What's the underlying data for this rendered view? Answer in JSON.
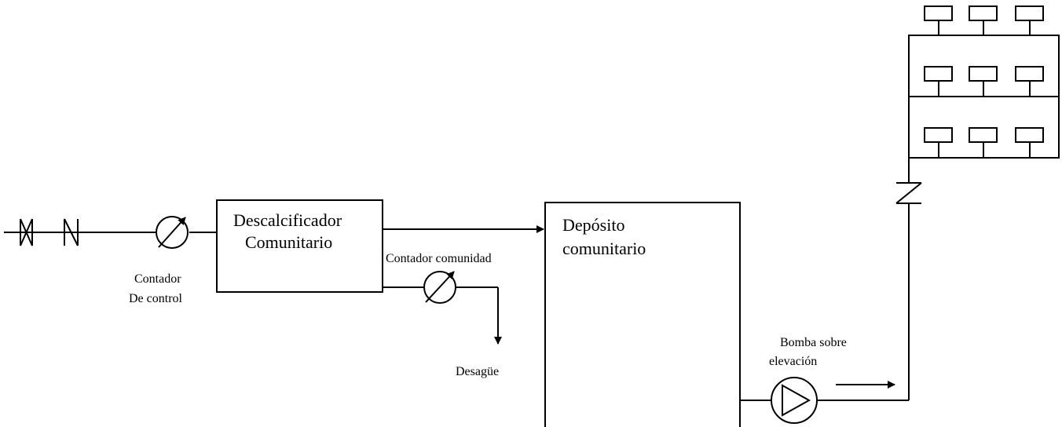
{
  "labels": {
    "softener_line1": "Descalcificador",
    "softener_line2": "Comunitario",
    "tank_line1": "Depósito",
    "tank_line2": "comunitario",
    "control_meter_line1": "Contador",
    "control_meter_line2": "De control",
    "community_meter": "Contador  comunidad",
    "drain": "Desagüe",
    "pump_line1": "Bomba sobre",
    "pump_line2": "elevación"
  },
  "icons": {
    "inlet_valve": "gate-valve-icon",
    "check_valve": "check-valve-icon",
    "meter": "flow-meter-icon",
    "pump": "pump-icon",
    "building": "building-icon"
  },
  "colors": {
    "stroke": "#000000",
    "background": "#ffffff"
  }
}
